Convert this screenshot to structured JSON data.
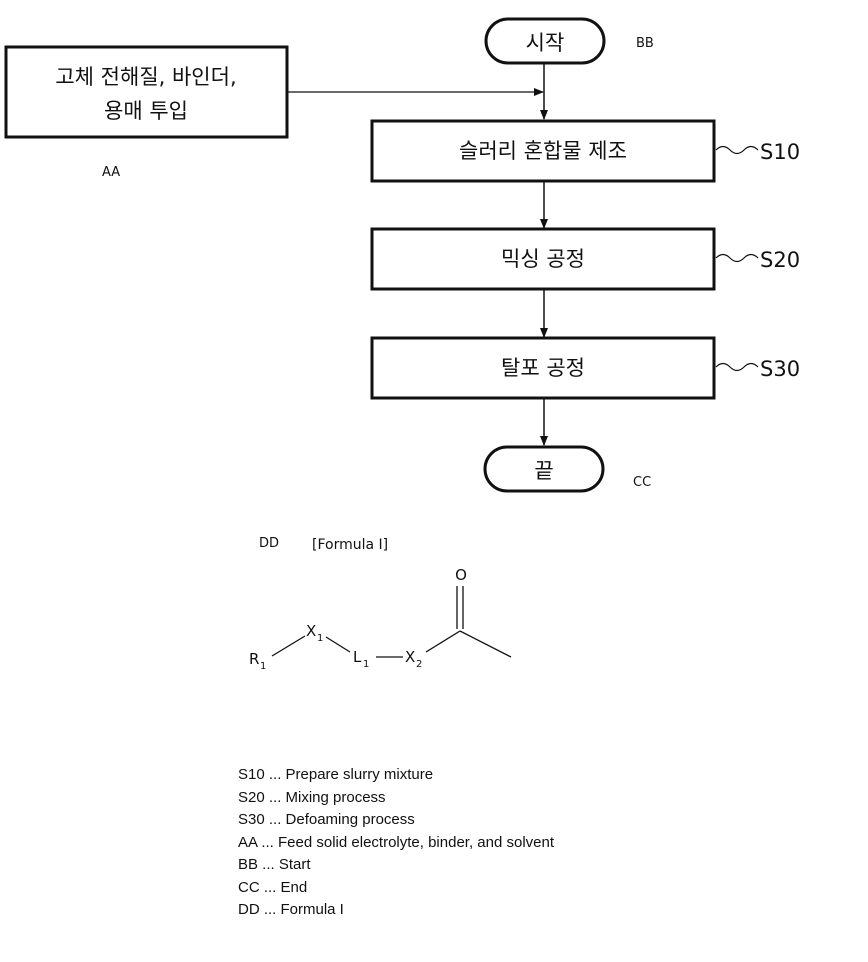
{
  "flowchart": {
    "start_label": "시작",
    "end_label": "끝",
    "input_box_lines": [
      "고체 전해질, 바인더,",
      "용매 투입"
    ],
    "steps": [
      {
        "label": "슬러리 혼합물 제조",
        "code": "S10"
      },
      {
        "label": "믹싱 공정",
        "code": "S20"
      },
      {
        "label": "탈포 공정",
        "code": "S30"
      }
    ],
    "markers": {
      "aa": "AA",
      "bb": "BB",
      "cc": "CC",
      "dd": "DD"
    }
  },
  "formula": {
    "title": "[Formula I]",
    "atoms": {
      "o": "O",
      "r": "R",
      "r_sub": "1",
      "x1": "X",
      "x1_sub": "1",
      "l": "L",
      "l_sub": "1",
      "x2": "X",
      "x2_sub": "2"
    }
  },
  "legend": [
    "S10 ... Prepare slurry mixture",
    "S20 ... Mixing process",
    "S30 ... Defoaming process",
    "AA ... Feed solid electrolyte, binder, and solvent",
    "BB ... Start",
    "CC ... End",
    "DD ... Formula I"
  ]
}
